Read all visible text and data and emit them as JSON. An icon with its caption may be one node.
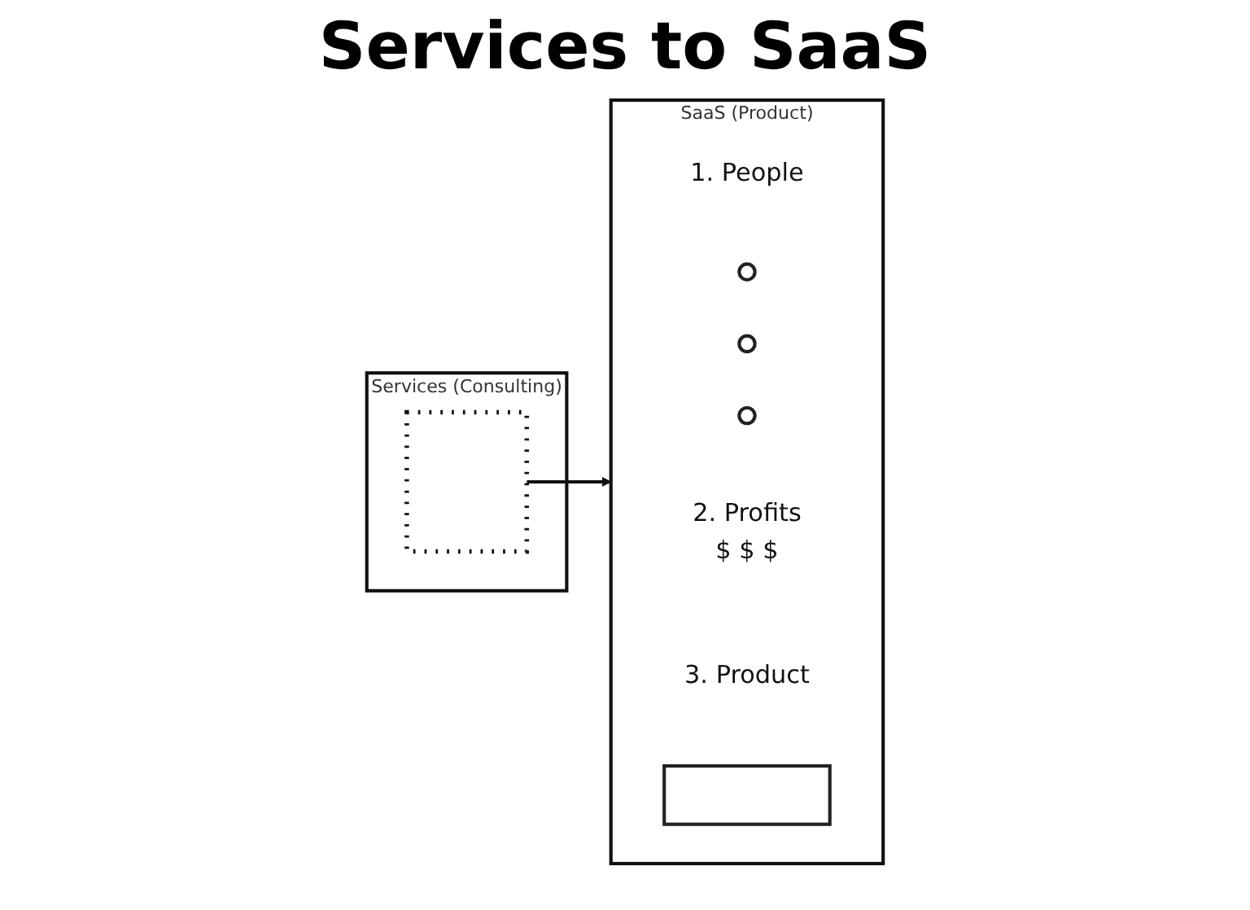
{
  "diagram": {
    "title": "Services to SaaS",
    "nodes": [
      {
        "text": [
          "Services (Consulting)"
        ]
      },
      {
        "text": [],
        "shape": "box",
        "in": 0
      },
      {
        "text": [
          "SaaS (Product)"
        ]
      },
      {
        "text": [
          "1. People"
        ],
        "in": 2
      },
      {
        "text": [],
        "shape": "circle",
        "in": 2
      },
      {
        "text": [],
        "shape": "circle",
        "in": 2
      },
      {
        "text": [],
        "shape": "circle",
        "in": 2
      },
      {
        "text": [
          "2. Profits",
          "$ $ $"
        ],
        "in": 2
      },
      {
        "text": [
          "3. Product"
        ],
        "in": 2
      },
      {
        "text": [],
        "shape": "bar",
        "in": 2
      }
    ],
    "edges": [
      {
        "from": 1,
        "to": 2,
        "arrow": "to"
      }
    ]
  }
}
